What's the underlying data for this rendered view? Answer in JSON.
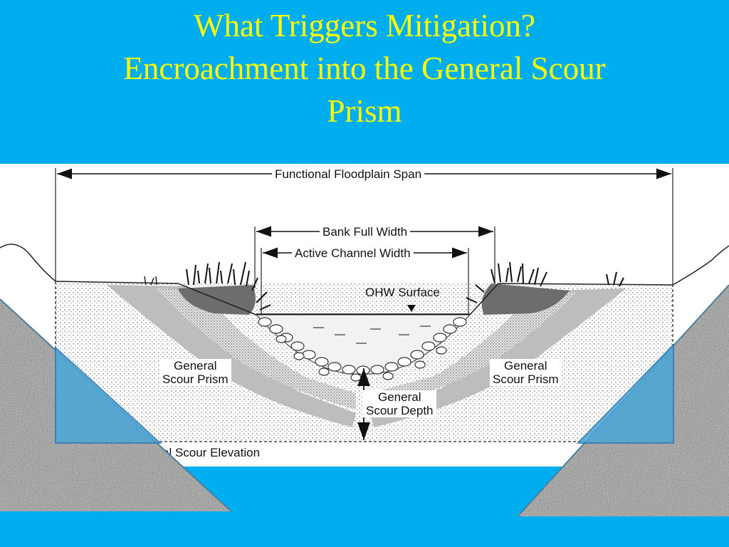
{
  "slide": {
    "title_lines": [
      "What Triggers Mitigation?",
      "Encroachment into the General Scour",
      "Prism"
    ]
  },
  "diagram": {
    "labels": {
      "functional_floodplain_span": "Functional Floodplain Span",
      "bank_full_width": "Bank Full Width",
      "active_channel_width": "Active Channel Width",
      "ohw_surface": "OHW Surface",
      "general_scour_prism_left": [
        "General",
        "Scour Prism"
      ],
      "general_scour_prism_right": [
        "General",
        "Scour Prism"
      ],
      "general_scour_depth": [
        "General",
        "Scour Depth"
      ],
      "general_scour_elevation_partial": "al Scour Elevation"
    }
  },
  "colors": {
    "background": "#00aeef",
    "title": "#ffff00",
    "overlay_blue": "#4aa7d8",
    "gravel": "#8e8e8e"
  }
}
